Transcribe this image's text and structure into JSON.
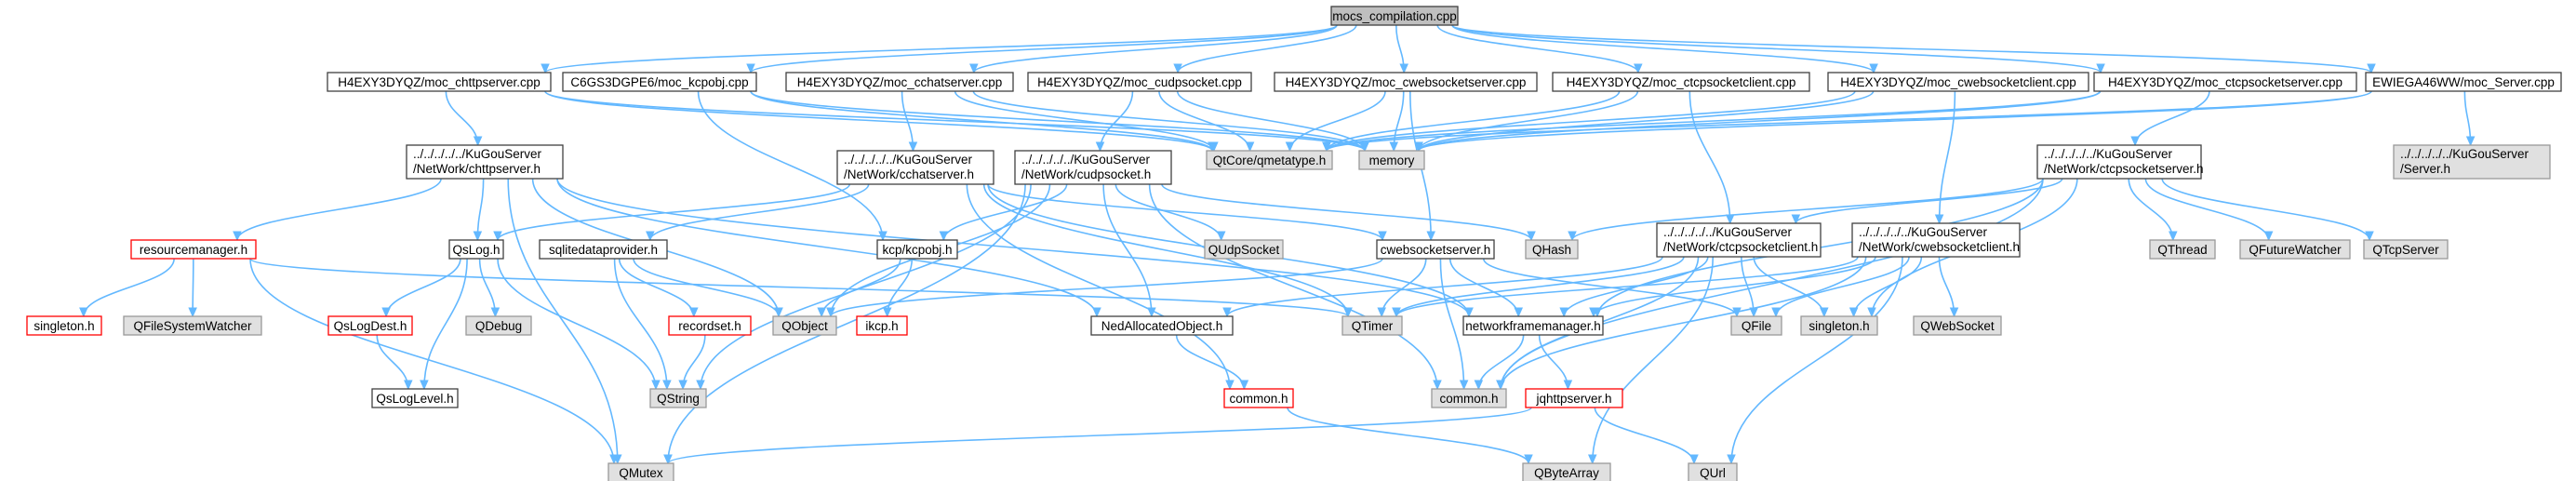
{
  "colors": {
    "edge": "#63b8ff",
    "root_fill": "#bfbfbf",
    "root_stroke": "#404040",
    "source_fill": "#ffffff",
    "source_stroke": "#404040",
    "system_fill": "#e0e0e0",
    "system_stroke": "#999999",
    "missing_fill": "#ffffff",
    "missing_stroke": "#ff0000"
  },
  "nodes": [
    {
      "id": "root",
      "kind": "root",
      "lines": [
        "mocs_compilation.cpp"
      ]
    },
    {
      "id": "moc_chttpserver",
      "kind": "source",
      "lines": [
        "H4EXY3DYQZ/moc_chttpserver.cpp"
      ]
    },
    {
      "id": "moc_kcpobj",
      "kind": "source",
      "lines": [
        "C6GS3DGPE6/moc_kcpobj.cpp"
      ]
    },
    {
      "id": "moc_cchatserver",
      "kind": "source",
      "lines": [
        "H4EXY3DYQZ/moc_cchatserver.cpp"
      ]
    },
    {
      "id": "moc_cudpsocket",
      "kind": "source",
      "lines": [
        "H4EXY3DYQZ/moc_cudpsocket.cpp"
      ]
    },
    {
      "id": "moc_cwebsocketserver",
      "kind": "source",
      "lines": [
        "H4EXY3DYQZ/moc_cwebsocketserver.cpp"
      ]
    },
    {
      "id": "moc_ctcpsocketclient",
      "kind": "source",
      "lines": [
        "H4EXY3DYQZ/moc_ctcpsocketclient.cpp"
      ]
    },
    {
      "id": "moc_cwebsocketclient",
      "kind": "source",
      "lines": [
        "H4EXY3DYQZ/moc_cwebsocketclient.cpp"
      ]
    },
    {
      "id": "moc_ctcpsocketserver",
      "kind": "source",
      "lines": [
        "H4EXY3DYQZ/moc_ctcpsocketserver.cpp"
      ]
    },
    {
      "id": "moc_server",
      "kind": "source",
      "lines": [
        "EWIEGA46WW/moc_Server.cpp"
      ]
    },
    {
      "id": "qmetatype",
      "kind": "system",
      "lines": [
        "QtCore/qmetatype.h"
      ]
    },
    {
      "id": "memory",
      "kind": "system",
      "lines": [
        "memory"
      ]
    },
    {
      "id": "server_h",
      "kind": "system",
      "lines": [
        "../../../../../KuGouServer",
        "/Server.h"
      ]
    },
    {
      "id": "chttpserver_h",
      "kind": "source",
      "lines": [
        "../../../../../KuGouServer",
        "/NetWork/chttpserver.h"
      ]
    },
    {
      "id": "cchatserver_h",
      "kind": "source",
      "lines": [
        "../../../../../KuGouServer",
        "/NetWork/cchatserver.h"
      ]
    },
    {
      "id": "cudpsocket_h",
      "kind": "source",
      "lines": [
        "../../../../../KuGouServer",
        "/NetWork/cudpsocket.h"
      ]
    },
    {
      "id": "ctcpsocketserver_h",
      "kind": "source",
      "lines": [
        "../../../../../KuGouServer",
        "/NetWork/ctcpsocketserver.h"
      ]
    },
    {
      "id": "ctcpsocketclient_h",
      "kind": "source",
      "lines": [
        "../../../../../KuGouServer",
        "/NetWork/ctcpsocketclient.h"
      ]
    },
    {
      "id": "cwebsocketclient_h",
      "kind": "source",
      "lines": [
        "../../../../../KuGouServer",
        "/NetWork/cwebsocketclient.h"
      ]
    },
    {
      "id": "resourcemanager_h",
      "kind": "missing",
      "lines": [
        "resourcemanager.h"
      ]
    },
    {
      "id": "qslog_h",
      "kind": "source",
      "lines": [
        "QsLog.h"
      ]
    },
    {
      "id": "sqlitedataprovider_h",
      "kind": "source",
      "lines": [
        "sqlitedataprovider.h"
      ]
    },
    {
      "id": "kcpobj_h",
      "kind": "source",
      "lines": [
        "kcp/kcpobj.h"
      ]
    },
    {
      "id": "qudpsocket",
      "kind": "system",
      "lines": [
        "QUdpSocket"
      ]
    },
    {
      "id": "qhash",
      "kind": "system",
      "lines": [
        "QHash"
      ]
    },
    {
      "id": "cwebsocketserver_h",
      "kind": "source",
      "lines": [
        "cwebsocketserver.h"
      ]
    },
    {
      "id": "qthread",
      "kind": "system",
      "lines": [
        "QThread"
      ]
    },
    {
      "id": "qfuturewatcher",
      "kind": "system",
      "lines": [
        "QFutureWatcher"
      ]
    },
    {
      "id": "qtcpserver",
      "kind": "system",
      "lines": [
        "QTcpServer"
      ]
    },
    {
      "id": "singleton_h_red",
      "kind": "missing",
      "lines": [
        "singleton.h"
      ]
    },
    {
      "id": "qfilesystemwatcher",
      "kind": "system",
      "lines": [
        "QFileSystemWatcher"
      ]
    },
    {
      "id": "qslogdest_h",
      "kind": "missing",
      "lines": [
        "QsLogDest.h"
      ]
    },
    {
      "id": "qdebug",
      "kind": "system",
      "lines": [
        "QDebug"
      ]
    },
    {
      "id": "recordset_h",
      "kind": "missing",
      "lines": [
        "recordset.h"
      ]
    },
    {
      "id": "qobject",
      "kind": "system",
      "lines": [
        "QObject"
      ]
    },
    {
      "id": "ikcp_h",
      "kind": "missing",
      "lines": [
        "ikcp.h"
      ]
    },
    {
      "id": "nedallocated_h",
      "kind": "source",
      "lines": [
        "NedAllocatedObject.h"
      ]
    },
    {
      "id": "qtimer",
      "kind": "system",
      "lines": [
        "QTimer"
      ]
    },
    {
      "id": "networkframemanager_h",
      "kind": "source",
      "lines": [
        "networkframemanager.h"
      ]
    },
    {
      "id": "qfile",
      "kind": "system",
      "lines": [
        "QFile"
      ]
    },
    {
      "id": "singleton_h_gray",
      "kind": "system",
      "lines": [
        "singleton.h"
      ]
    },
    {
      "id": "qwebsocket",
      "kind": "system",
      "lines": [
        "QWebSocket"
      ]
    },
    {
      "id": "qsloglevel_h",
      "kind": "source",
      "lines": [
        "QsLogLevel.h"
      ]
    },
    {
      "id": "qstring",
      "kind": "system",
      "lines": [
        "QString"
      ]
    },
    {
      "id": "common_h_red",
      "kind": "missing",
      "lines": [
        "common.h"
      ]
    },
    {
      "id": "common_h_gray",
      "kind": "system",
      "lines": [
        "common.h"
      ]
    },
    {
      "id": "jqhttpserver_h",
      "kind": "missing",
      "lines": [
        "jqhttpserver.h"
      ]
    },
    {
      "id": "qmutex",
      "kind": "system",
      "lines": [
        "QMutex"
      ]
    },
    {
      "id": "qbytearray",
      "kind": "system",
      "lines": [
        "QByteArray"
      ]
    },
    {
      "id": "qurl",
      "kind": "system",
      "lines": [
        "QUrl"
      ]
    }
  ],
  "edges": [
    [
      "root",
      "moc_chttpserver"
    ],
    [
      "root",
      "moc_kcpobj"
    ],
    [
      "root",
      "moc_cchatserver"
    ],
    [
      "root",
      "moc_cudpsocket"
    ],
    [
      "root",
      "moc_cwebsocketserver"
    ],
    [
      "root",
      "moc_ctcpsocketclient"
    ],
    [
      "root",
      "moc_cwebsocketclient"
    ],
    [
      "root",
      "moc_ctcpsocketserver"
    ],
    [
      "root",
      "moc_server"
    ],
    [
      "moc_chttpserver",
      "chttpserver_h"
    ],
    [
      "moc_chttpserver",
      "qmetatype"
    ],
    [
      "moc_chttpserver",
      "memory"
    ],
    [
      "moc_kcpobj",
      "kcpobj_h"
    ],
    [
      "moc_kcpobj",
      "qmetatype"
    ],
    [
      "moc_kcpobj",
      "memory"
    ],
    [
      "moc_cchatserver",
      "cchatserver_h"
    ],
    [
      "moc_cchatserver",
      "qmetatype"
    ],
    [
      "moc_cchatserver",
      "memory"
    ],
    [
      "moc_cudpsocket",
      "cudpsocket_h"
    ],
    [
      "moc_cudpsocket",
      "qmetatype"
    ],
    [
      "moc_cudpsocket",
      "memory"
    ],
    [
      "moc_cwebsocketserver",
      "cwebsocketserver_h"
    ],
    [
      "moc_cwebsocketserver",
      "qmetatype"
    ],
    [
      "moc_cwebsocketserver",
      "memory"
    ],
    [
      "moc_ctcpsocketclient",
      "ctcpsocketclient_h"
    ],
    [
      "moc_ctcpsocketclient",
      "qmetatype"
    ],
    [
      "moc_ctcpsocketclient",
      "memory"
    ],
    [
      "moc_cwebsocketclient",
      "cwebsocketclient_h"
    ],
    [
      "moc_cwebsocketclient",
      "qmetatype"
    ],
    [
      "moc_cwebsocketclient",
      "memory"
    ],
    [
      "moc_ctcpsocketserver",
      "ctcpsocketserver_h"
    ],
    [
      "moc_ctcpsocketserver",
      "qmetatype"
    ],
    [
      "moc_ctcpsocketserver",
      "memory"
    ],
    [
      "moc_server",
      "server_h"
    ],
    [
      "moc_server",
      "qmetatype"
    ],
    [
      "moc_server",
      "memory"
    ],
    [
      "chttpserver_h",
      "resourcemanager_h"
    ],
    [
      "chttpserver_h",
      "qslog_h"
    ],
    [
      "chttpserver_h",
      "qobject"
    ],
    [
      "chttpserver_h",
      "qmutex"
    ],
    [
      "chttpserver_h",
      "nedallocated_h"
    ],
    [
      "chttpserver_h",
      "networkframemanager_h"
    ],
    [
      "resourcemanager_h",
      "singleton_h_red"
    ],
    [
      "resourcemanager_h",
      "qfilesystemwatcher"
    ],
    [
      "resourcemanager_h",
      "qmutex"
    ],
    [
      "resourcemanager_h",
      "qtimer"
    ],
    [
      "qslog_h",
      "qslogdest_h"
    ],
    [
      "qslog_h",
      "qdebug"
    ],
    [
      "qslog_h",
      "qstring"
    ],
    [
      "qslog_h",
      "qsloglevel_h"
    ],
    [
      "qslogdest_h",
      "qsloglevel_h"
    ],
    [
      "cchatserver_h",
      "qslog_h"
    ],
    [
      "cchatserver_h",
      "sqlitedataprovider_h"
    ],
    [
      "cchatserver_h",
      "cwebsocketserver_h"
    ],
    [
      "cchatserver_h",
      "qtimer"
    ],
    [
      "cchatserver_h",
      "common_h_red"
    ],
    [
      "cchatserver_h",
      "networkframemanager_h"
    ],
    [
      "sqlitedataprovider_h",
      "recordset_h"
    ],
    [
      "sqlitedataprovider_h",
      "qobject"
    ],
    [
      "sqlitedataprovider_h",
      "qstring"
    ],
    [
      "recordset_h",
      "qstring"
    ],
    [
      "cudpsocket_h",
      "kcpobj_h"
    ],
    [
      "cudpsocket_h",
      "qudpsocket"
    ],
    [
      "cudpsocket_h",
      "qhash"
    ],
    [
      "cudpsocket_h",
      "qobject"
    ],
    [
      "cudpsocket_h",
      "qstring"
    ],
    [
      "cudpsocket_h",
      "qmutex"
    ],
    [
      "cudpsocket_h",
      "nedallocated_h"
    ],
    [
      "cudpsocket_h",
      "common_h_gray"
    ],
    [
      "kcpobj_h",
      "ikcp_h"
    ],
    [
      "kcpobj_h",
      "qobject"
    ],
    [
      "nedallocated_h",
      "common_h_red"
    ],
    [
      "common_h_red",
      "qbytearray"
    ],
    [
      "cwebsocketserver_h",
      "qobject"
    ],
    [
      "cwebsocketserver_h",
      "qtimer"
    ],
    [
      "cwebsocketserver_h",
      "networkframemanager_h"
    ],
    [
      "cwebsocketserver_h",
      "common_h_gray"
    ],
    [
      "cwebsocketserver_h",
      "qfile"
    ],
    [
      "networkframemanager_h",
      "common_h_gray"
    ],
    [
      "networkframemanager_h",
      "jqhttpserver_h"
    ],
    [
      "jqhttpserver_h",
      "qmutex"
    ],
    [
      "jqhttpserver_h",
      "qurl"
    ],
    [
      "ctcpsocketserver_h",
      "qhash"
    ],
    [
      "ctcpsocketserver_h",
      "ctcpsocketclient_h"
    ],
    [
      "ctcpsocketserver_h",
      "qthread"
    ],
    [
      "ctcpsocketserver_h",
      "qfuturewatcher"
    ],
    [
      "ctcpsocketserver_h",
      "qtcpserver"
    ],
    [
      "ctcpsocketserver_h",
      "singleton_h_gray"
    ],
    [
      "ctcpsocketserver_h",
      "common_h_gray"
    ],
    [
      "ctcpsocketserver_h",
      "networkframemanager_h"
    ],
    [
      "ctcpsocketclient_h",
      "qtimer"
    ],
    [
      "ctcpsocketclient_h",
      "networkframemanager_h"
    ],
    [
      "ctcpsocketclient_h",
      "qfile"
    ],
    [
      "ctcpsocketclient_h",
      "singleton_h_gray"
    ],
    [
      "ctcpsocketclient_h",
      "common_h_gray"
    ],
    [
      "ctcpsocketclient_h",
      "qbytearray"
    ],
    [
      "ctcpsocketclient_h",
      "nedallocated_h"
    ],
    [
      "cwebsocketclient_h",
      "qtimer"
    ],
    [
      "cwebsocketclient_h",
      "networkframemanager_h"
    ],
    [
      "cwebsocketclient_h",
      "qfile"
    ],
    [
      "cwebsocketclient_h",
      "singleton_h_gray"
    ],
    [
      "cwebsocketclient_h",
      "qwebsocket"
    ],
    [
      "cwebsocketclient_h",
      "common_h_gray"
    ],
    [
      "cwebsocketclient_h",
      "qurl"
    ]
  ]
}
